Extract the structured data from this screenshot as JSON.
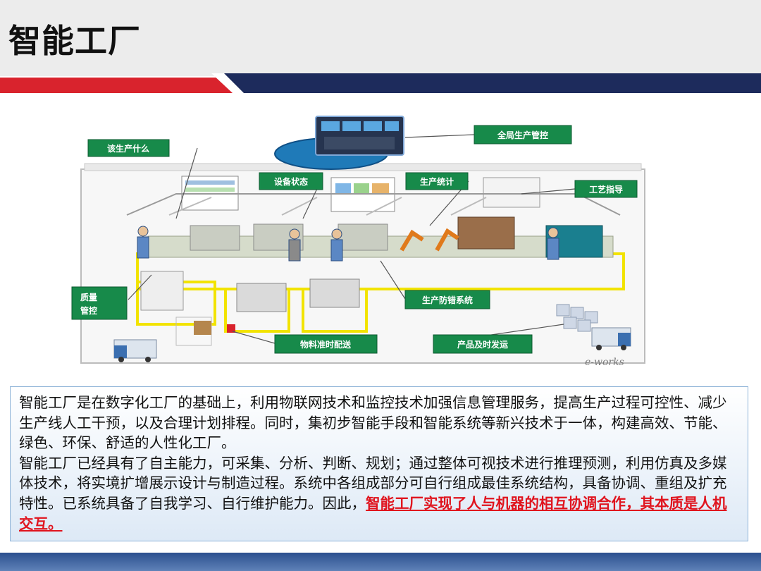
{
  "header": {
    "title": "智能工厂"
  },
  "diagram": {
    "callouts": {
      "global_control": "全局生产管控",
      "what_to_produce": "该生产什么",
      "equipment_status": "设备状态",
      "production_stats": "生产统计",
      "process_guidance": "工艺指导",
      "quality_control_line1": "质量",
      "quality_control_line2": "管控",
      "error_proofing": "生产防错系统",
      "material_delivery": "物料准时配送",
      "product_shipping": "产品及时发运"
    },
    "watermark": "e-works"
  },
  "description": {
    "p1": "智能工厂是在数字化工厂的基础上，利用物联网技术和监控技术加强信息管理服务，提高生产过程可控性、减少生产线人工干预，以及合理计划排程。同时，集初步智能手段和智能系统等新兴技术于一体，构建高效、节能、绿色、环保、舒适的人性化工厂。",
    "p2_prefix": "智能工厂已经具有了自主能力，可采集、分析、判断、规划；通过整体可视技术进行推理预测，利用仿真及多媒体技术，将实境扩增展示设计与制造过程。系统中各组成部分可自行组成最佳系统结构，具备协调、重组及扩充特性。已系统具备了自我学习、自行维护能力。因此，",
    "p2_highlight": "智能工厂实现了人与机器的相互协调合作，其本质是人机交互。"
  },
  "colors": {
    "accent_red": "#d9232d",
    "accent_navy": "#1d2b5c",
    "callout_green": "#178a4a",
    "highlight_red": "#e0141e"
  }
}
